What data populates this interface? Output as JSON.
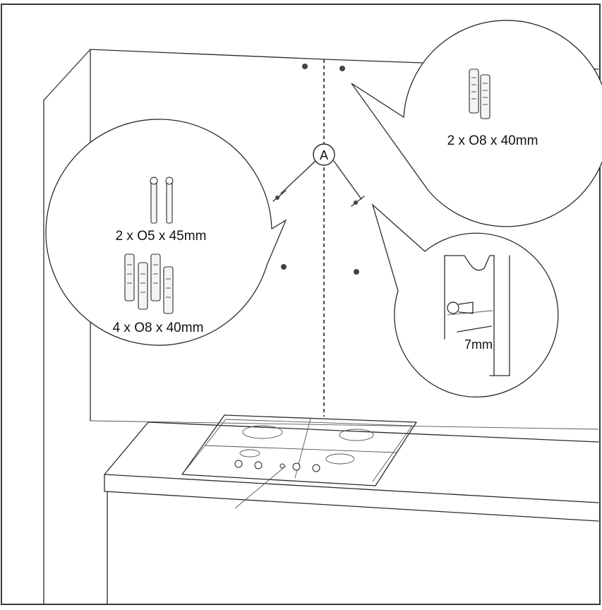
{
  "callout_marker": "A",
  "labels": {
    "top_right": "2 x O8 x 40mm",
    "left_screws": "2 x O5 x 45mm",
    "left_plugs": "4 x O8 x 40mm",
    "detail_depth": "7mm"
  }
}
